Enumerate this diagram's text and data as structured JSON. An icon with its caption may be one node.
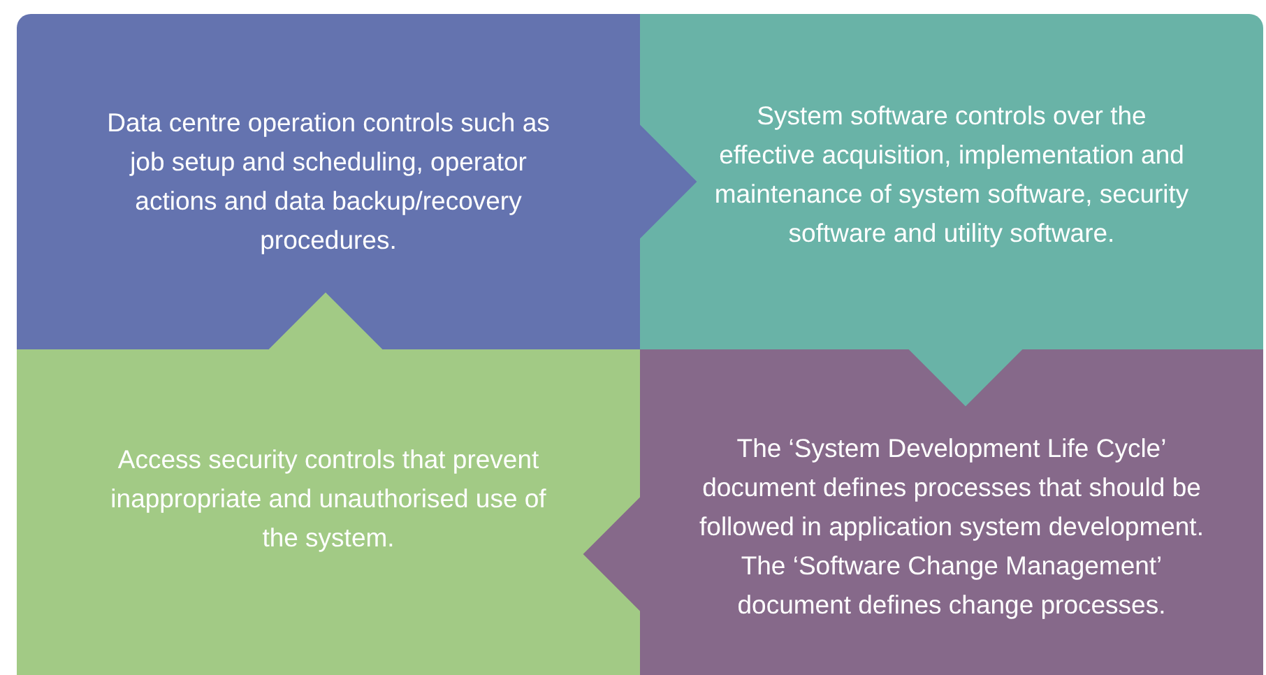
{
  "diagram": {
    "nodes": [
      {
        "text": [
          "Data centre operation controls such as job setup and scheduling, operator actions and data backup/recovery procedures."
        ]
      },
      {
        "text": [
          "System software controls over the effective acquisition, implementation and maintenance of system software, security software and utility software."
        ]
      },
      {
        "text": [
          "Access security controls that prevent inappropriate and unauthorised use of the system."
        ]
      },
      {
        "text": [
          "The ‘System Development Life Cycle’ document defines processes that should be followed in application system development. The ‘Software Change Management’ document defines change processes."
        ]
      }
    ],
    "edges": [
      {
        "from": 0,
        "to": 1,
        "arrow": "to"
      },
      {
        "from": 1,
        "to": 3,
        "arrow": "to"
      },
      {
        "from": 3,
        "to": 2,
        "arrow": "to"
      },
      {
        "from": 2,
        "to": 0,
        "arrow": "to"
      }
    ]
  }
}
